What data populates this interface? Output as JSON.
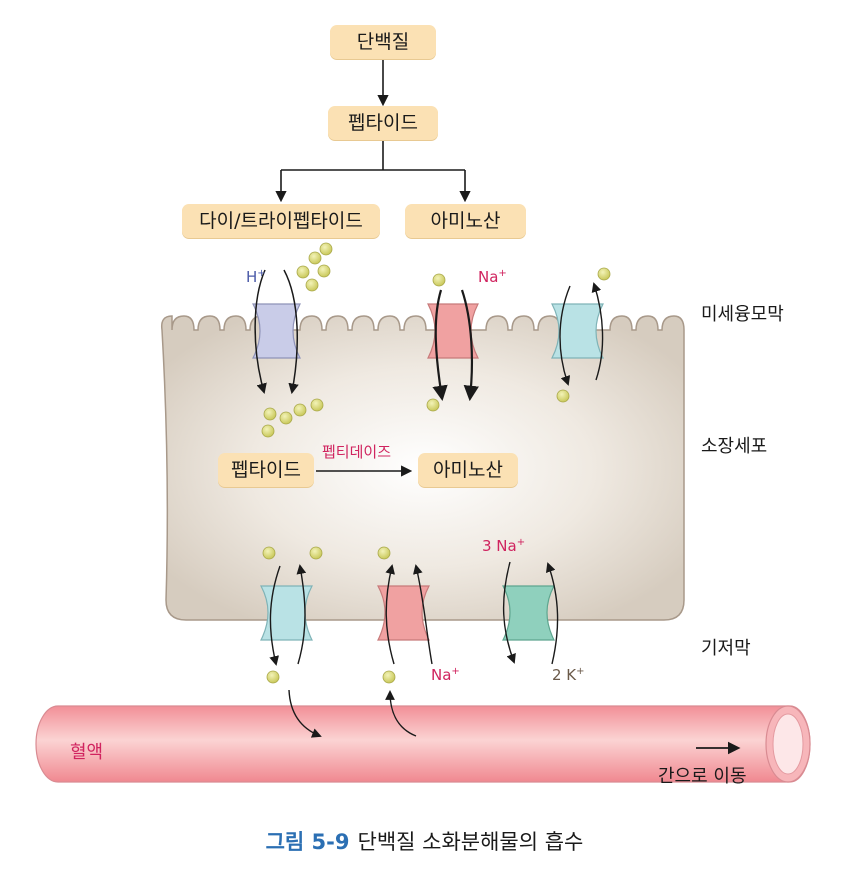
{
  "boxes": {
    "protein": "단백질",
    "peptide": "펩타이드",
    "di_tri": "다이/트라이펩타이드",
    "amino": "아미노산",
    "cell_peptide": "펩타이드",
    "cell_amino": "아미노산"
  },
  "enzyme": "펩티데이즈",
  "labels": {
    "microvilli": "미세융모막",
    "cell": "소장세포",
    "basal": "기저막",
    "blood": "혈액",
    "to_liver": "간으로 이동"
  },
  "ions": {
    "h": "H",
    "na": "Na",
    "na3": "3 Na",
    "k2": "2 K",
    "plus": "+"
  },
  "caption": {
    "number": "그림 5-9",
    "title": "단백질 소화분해물의 흡수"
  },
  "colors": {
    "box": "#fbe1b4",
    "cell": "#ddd4c8",
    "channel_blue": "#c9cce8",
    "channel_red": "#f0a1a1",
    "channel_teal": "#b9e2e5",
    "channel_green": "#8fd0bd",
    "blood": "#f5a9ad",
    "caption_number": "#2b6fb3",
    "ion_magenta": "#d0245f"
  }
}
